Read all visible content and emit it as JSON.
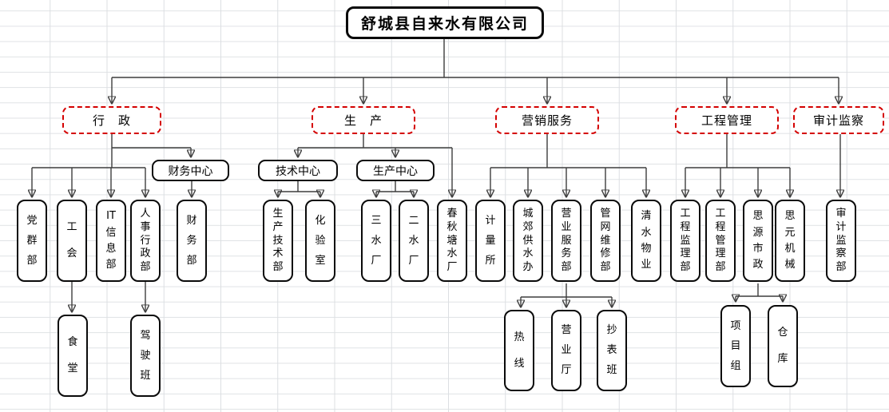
{
  "title": {
    "label": "舒城县自来水有限公司"
  },
  "divisions": {
    "admin": {
      "label": "行　政"
    },
    "production": {
      "label": "生　产"
    },
    "marketing": {
      "label": "营销服务"
    },
    "engineering": {
      "label": "工程管理"
    },
    "audit": {
      "label": "审计监察"
    }
  },
  "centers": {
    "finance": {
      "label": "财务中心"
    },
    "technology": {
      "label": "技术中心"
    },
    "production": {
      "label": "生产中心"
    }
  },
  "departments": {
    "party_group": {
      "label": "党群部",
      "lines": "党\n群\n部"
    },
    "labor_union": {
      "label": "工会",
      "lines": "工\n会"
    },
    "it_info": {
      "label": "IT信息部",
      "lines": "IT\n信\n息\n部"
    },
    "hr_admin": {
      "label": "人事行政部",
      "lines": "人\n事\n行\n政\n部"
    },
    "finance_dept": {
      "label": "财务部",
      "lines": "财\n务\n部"
    },
    "canteen": {
      "label": "食堂",
      "lines": "食\n堂"
    },
    "driver_team": {
      "label": "驾驶班",
      "lines": "驾\n驶\n班"
    },
    "prod_tech": {
      "label": "生产技术部",
      "lines": "生\n产\n技\n术\n部"
    },
    "lab": {
      "label": "化验室",
      "lines": "化\n验\n室"
    },
    "water_plant_3": {
      "label": "三水厂",
      "lines": "三\n水\n厂"
    },
    "water_plant_2": {
      "label": "二水厂",
      "lines": "二\n水\n厂"
    },
    "chunqiutang_plant": {
      "label": "春秋塘水厂",
      "lines": "春\n秋\n塘\n水\n厂"
    },
    "metering_office": {
      "label": "计量所",
      "lines": "计\n量\n所"
    },
    "suburban_water": {
      "label": "城郊供水办",
      "lines": "城\n郊\n供\n水\n办"
    },
    "business_service": {
      "label": "营业服务部",
      "lines": "营\n业\n服\n务\n部"
    },
    "pipe_maintenance": {
      "label": "管网维修部",
      "lines": "管\n网\n维\n修\n部"
    },
    "qingshui_property": {
      "label": "清水物业",
      "lines": "清\n水\n物\n业"
    },
    "hotline": {
      "label": "热线",
      "lines": "热\n线"
    },
    "business_hall": {
      "label": "营业厅",
      "lines": "营\n业\n厅"
    },
    "meter_reading": {
      "label": "抄表班",
      "lines": "抄\n表\n班"
    },
    "eng_supervision": {
      "label": "工程监理部",
      "lines": "工\n程\n监\n理\n部"
    },
    "eng_management": {
      "label": "工程管理部",
      "lines": "工\n程\n管\n理\n部"
    },
    "siyuan_municipal": {
      "label": "思源市政",
      "lines": "思\n源\n市\n政"
    },
    "siyuan_machinery": {
      "label": "思元机械",
      "lines": "思\n元\n机\n械"
    },
    "project_team": {
      "label": "项目组",
      "lines": "项\n目\n组"
    },
    "warehouse": {
      "label": "仓库",
      "lines": "仓\n库"
    },
    "audit_supervision": {
      "label": "审计监察部",
      "lines": "审\n计\n监\n察\n部"
    }
  },
  "colors": {
    "division_border": "#d40000",
    "box_border": "#0a0a0a",
    "connector": "#3d3d3d"
  }
}
